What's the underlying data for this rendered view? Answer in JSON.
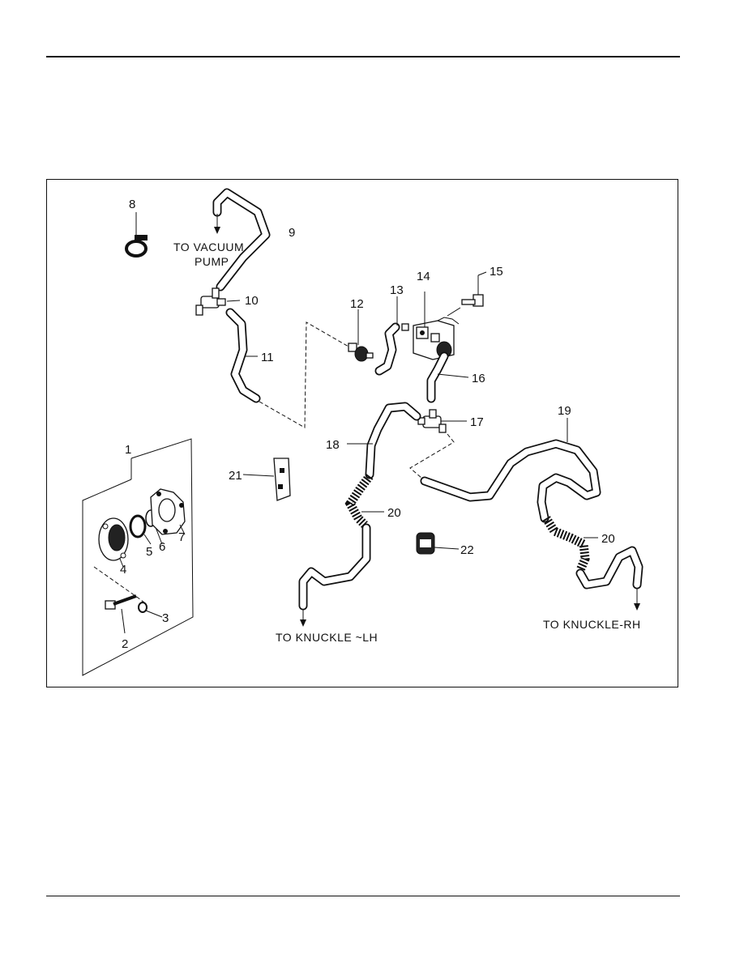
{
  "diagram": {
    "callouts": [
      "1",
      "2",
      "3",
      "4",
      "5",
      "6",
      "7",
      "8",
      "9",
      "10",
      "11",
      "12",
      "13",
      "14",
      "15",
      "16",
      "17",
      "18",
      "19",
      "20",
      "20",
      "21",
      "22"
    ],
    "captions": {
      "vacuum_pump_line1": "TO VACUUM",
      "vacuum_pump_line2": "PUMP",
      "knuckle_lh": "TO KNUCKLE ~LH",
      "knuckle_rh": "TO KNUCKLE-RH"
    }
  }
}
